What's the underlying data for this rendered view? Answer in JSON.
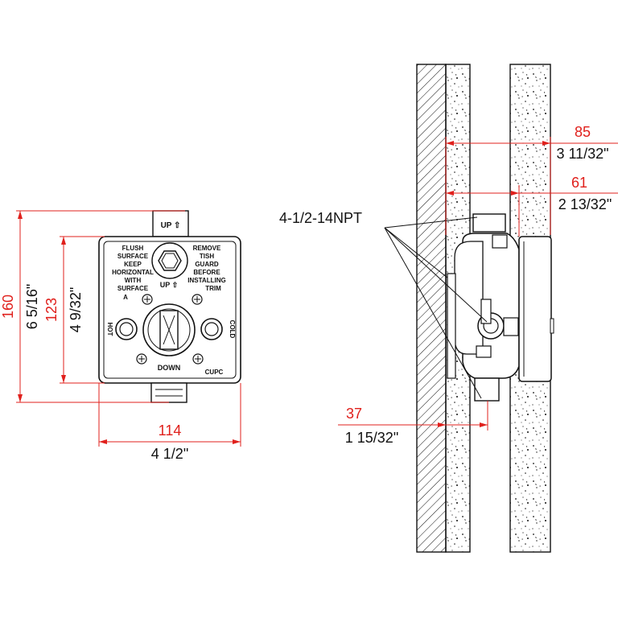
{
  "front_view": {
    "labels": {
      "up_top": "UP ⇧",
      "flush_1": "FLUSH",
      "flush_2": "SURFACE",
      "flush_3": "KEEP",
      "flush_4": "HORIZONTAL",
      "flush_5": "WITH",
      "flush_6": "SURFACE",
      "flush_7": "A",
      "remove_1": "REMOVE",
      "remove_2": "TISH",
      "remove_3": "GUARD",
      "remove_4": "BEFORE",
      "remove_5": "INSTALLING",
      "remove_6": "TRIM",
      "up_mid": "UP ⇧",
      "hot": "HOT",
      "cold": "COLD",
      "down": "DOWN",
      "cupc": "CUPC"
    },
    "dims": {
      "height_mm": "160",
      "height_in": "6 5/16\"",
      "inner_mm": "123",
      "inner_in": "4 9/32\"",
      "width_mm": "114",
      "width_in": "4 1/2\""
    }
  },
  "side_view": {
    "thread_label": "4-1/2-14NPT",
    "dims": {
      "d85_mm": "85",
      "d85_in": "3 11/32\"",
      "d61_mm": "61",
      "d61_in": "2 13/32\"",
      "d37_mm": "37",
      "d37_in": "1 15/32\""
    }
  },
  "colors": {
    "dimension": "#e0201c",
    "line": "#111111"
  }
}
